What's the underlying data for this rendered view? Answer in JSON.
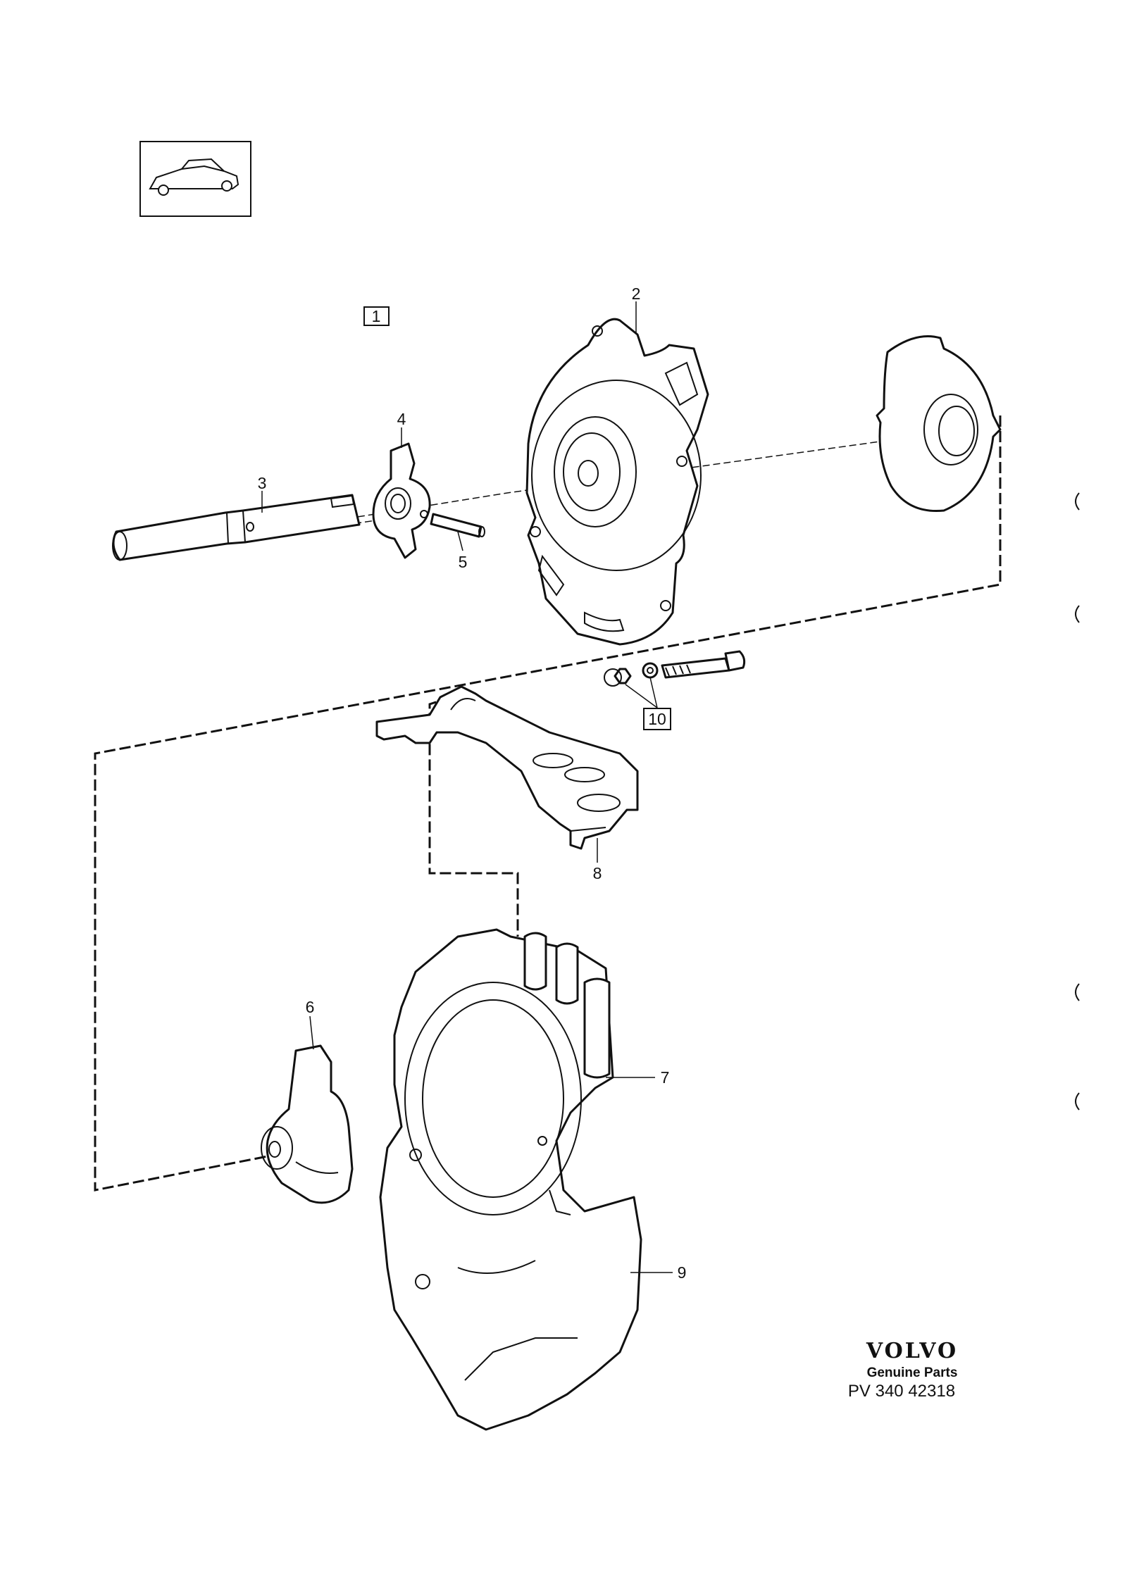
{
  "callouts": {
    "c1": "1",
    "c2": "2",
    "c3": "3",
    "c4": "4",
    "c5": "5",
    "c6": "6",
    "c7": "7",
    "c8": "8",
    "c9": "9",
    "c10": "10"
  },
  "brand": {
    "name": "VOLVO",
    "tagline": "Genuine Parts",
    "code": "PV 340 42318"
  },
  "icons": {
    "thumbnail": "car-thumbnail-icon"
  }
}
